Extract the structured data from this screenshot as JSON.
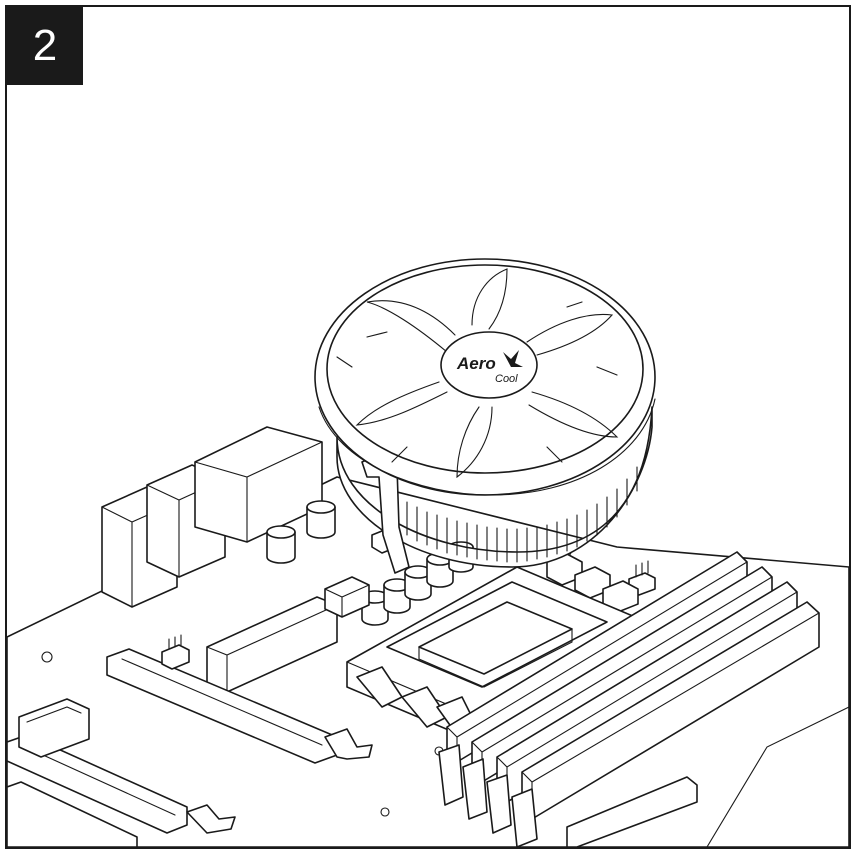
{
  "step": {
    "number": "2"
  },
  "fan_logo": {
    "brand_top": "Aero",
    "brand_bottom": "Cool"
  },
  "colors": {
    "line": "#1a1a1a",
    "background": "#ffffff",
    "badge": "#1a1a1a"
  },
  "icons": [
    "cpu-cooler-icon",
    "motherboard-icon",
    "ram-module-icon",
    "pcie-slot-icon",
    "capacitor-icon",
    "fan-header-icon"
  ]
}
